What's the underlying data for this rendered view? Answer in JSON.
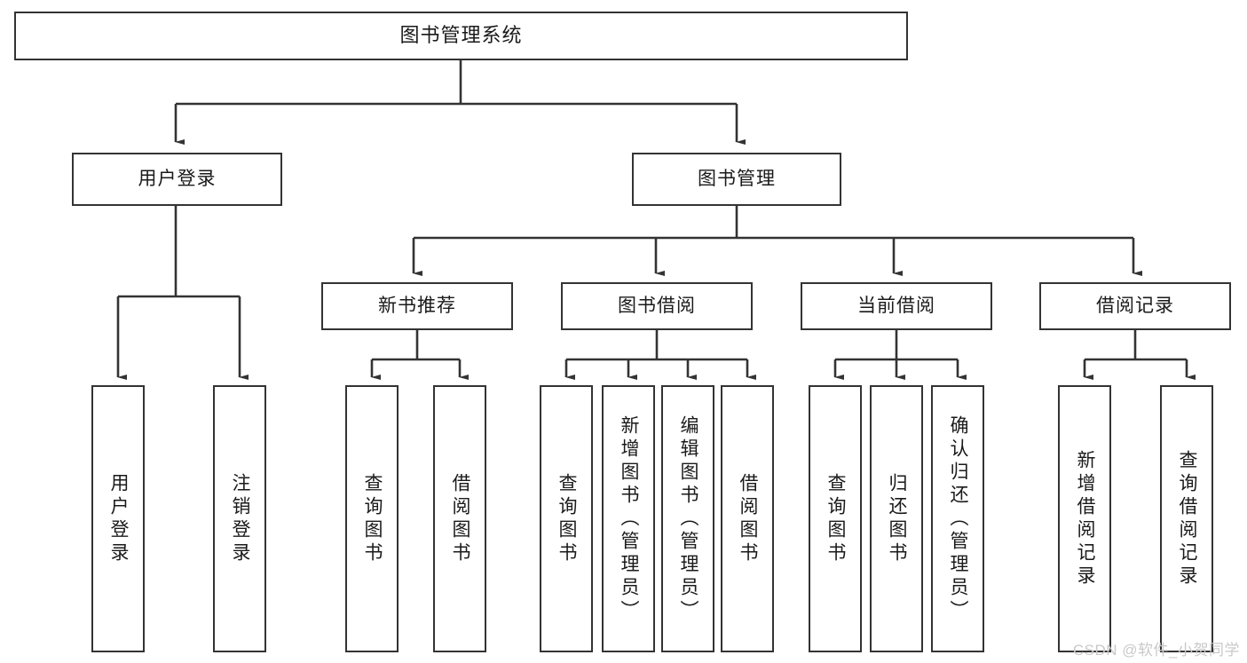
{
  "diagram": {
    "type": "tree",
    "title": "图书管理系统",
    "colors": {
      "stroke": "#333333",
      "fill": "#ffffff",
      "text": "#1a1a1a",
      "watermark": "#c9c9c9"
    },
    "root": {
      "label": "图书管理系统"
    },
    "level1": [
      {
        "label": "用户登录"
      },
      {
        "label": "图书管理"
      }
    ],
    "level2": [
      {
        "label": "新书推荐"
      },
      {
        "label": "图书借阅"
      },
      {
        "label": "当前借阅"
      },
      {
        "label": "借阅记录"
      }
    ],
    "leaves": {
      "user_login": [
        {
          "label": "用户登录"
        },
        {
          "label": "注销登录"
        }
      ],
      "new_book": [
        {
          "label": "查询图书"
        },
        {
          "label": "借阅图书"
        }
      ],
      "book_borrow": [
        {
          "label": "查询图书"
        },
        {
          "label": "新增图书（管理员）"
        },
        {
          "label": "编辑图书（管理员）"
        },
        {
          "label": "借阅图书"
        }
      ],
      "current_borrow": [
        {
          "label": "查询图书"
        },
        {
          "label": "归还图书"
        },
        {
          "label": "确认归还（管理员）"
        }
      ],
      "borrow_record": [
        {
          "label": "新增借阅记录"
        },
        {
          "label": "查询借阅记录"
        }
      ]
    },
    "watermark": "CSDN @软件_小贺同学"
  }
}
